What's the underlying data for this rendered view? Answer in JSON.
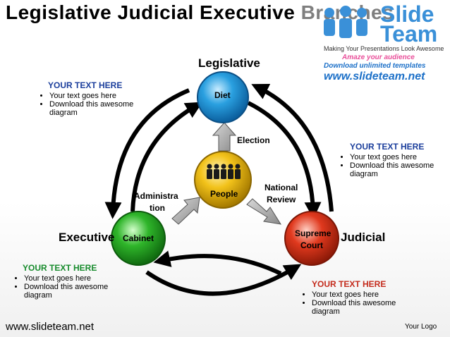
{
  "title": {
    "main": "Legislative Judicial Executive",
    "tail": "Branches"
  },
  "brand": {
    "logo_top": "Slide",
    "logo_bottom": "Team",
    "tagline": "Making Your Presentations Look Awesome",
    "amaze": "Amaze your audience",
    "download": "Download unlimited templates",
    "site": "www.slideteam.net"
  },
  "nodes": {
    "legislative": "Legislative",
    "diet": "Diet",
    "people": "People",
    "cabinet": "Cabinet",
    "executive": "Executive",
    "supreme_line1": "Supreme",
    "supreme_line2": "Court",
    "judicial": "Judicial"
  },
  "connectors": {
    "election": "Election",
    "admin_line1": "Administra",
    "admin_line2": "tion",
    "national_line1": "National",
    "national_line2": "Review"
  },
  "text_blocks": [
    {
      "heading": "YOUR TEXT HERE",
      "items": [
        "Your text goes here",
        "Download this awesome diagram"
      ]
    },
    {
      "heading": "YOUR TEXT HERE",
      "items": [
        "Your text goes here",
        "Download this awesome diagram"
      ]
    },
    {
      "heading": "YOUR TEXT HERE",
      "items": [
        "Your text goes here",
        "Download this awesome diagram"
      ]
    },
    {
      "heading": "YOUR TEXT HERE",
      "items": [
        "Your text goes here",
        "Download this awesome diagram"
      ]
    }
  ],
  "footer": {
    "site": "www.slideteam.net",
    "logo": "Your Logo"
  },
  "colors": {
    "diet": "#2aa0e0",
    "people": "#f2c21a",
    "cabinet": "#2fb52a",
    "supreme": "#e0391e",
    "heading_blue": "#1c3f9c",
    "heading_green": "#178b2c",
    "heading_red": "#c42b1c"
  }
}
